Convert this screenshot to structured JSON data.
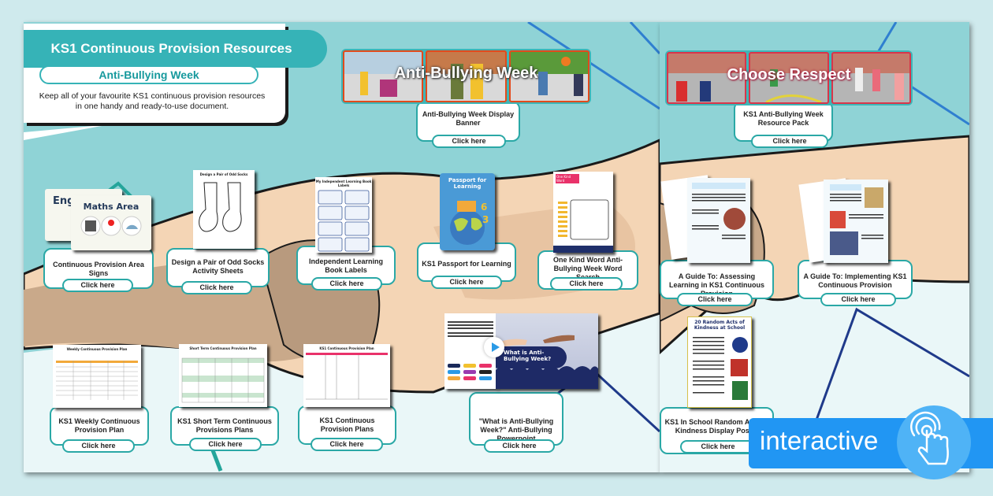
{
  "header": {
    "title": "KS1 Continuous Provision Resources",
    "subtitle": "Anti-Bullying Week",
    "description": "Keep all of your favourite KS1 continuous provision resources in one handy and ready-to-use document."
  },
  "banners": [
    {
      "text": "Anti-Bullying Week",
      "label": "Anti-Bullying Week Display Banner",
      "button": "Click here"
    },
    {
      "text": "Choose Respect",
      "label": "KS1 Anti-Bullying Week Resource Pack",
      "button": "Click here"
    }
  ],
  "resources": [
    {
      "label": "Continuous Provision Area Signs",
      "button": "Click here",
      "thumb_text": "Maths Area",
      "thumb_text_back": "Eng"
    },
    {
      "label": "Design a Pair of Odd Socks Activity Sheets",
      "button": "Click here",
      "thumb_text": "Design a Pair of Odd Socks"
    },
    {
      "label": "Independent Learning Book Labels",
      "button": "Click here",
      "thumb_text": "My Independent Learning Book Labels"
    },
    {
      "label": "KS1 Passport for Learning",
      "button": "Click here",
      "thumb_text": "Passport for Learning"
    },
    {
      "label": "One Kind Word Anti-Bullying Week Word Search",
      "button": "Click here",
      "thumb_text": "One Kind Word"
    },
    {
      "label": "KS1 Weekly Continuous Provision Plan",
      "button": "Click here",
      "thumb_text": "Weekly Continuous Provision Plan"
    },
    {
      "label": "KS1 Short Term Continuous Provisions Plans",
      "button": "Click here",
      "thumb_text": "Short Term Continuous Provision Plan"
    },
    {
      "label": "KS1 Continuous Provision Plans",
      "button": "Click here",
      "thumb_text": "KS1 Continuous Provision Plan"
    },
    {
      "label": "\"What is Anti-Bullying Week?\" Anti-Bullying Powerpoint",
      "button": "Click here",
      "thumb_text": "What is Anti-Bullying Week?"
    },
    {
      "label": "A Guide To: Assessing Learning in KS1 Continuous Provision",
      "button": "Click here"
    },
    {
      "label": "A Guide To: Implementing KS1 Continuous Provision",
      "button": "Click here"
    },
    {
      "label": "KS1 In School Random Acts of Kindness Display Poster",
      "button": "Click here",
      "thumb_text": "20 Random Acts of Kindness at School"
    }
  ],
  "badge": {
    "text": "interactive",
    "icon": "tap-hand-icon"
  },
  "colors": {
    "teal": "#36b3b7",
    "badge_blue": "#2196f3"
  }
}
